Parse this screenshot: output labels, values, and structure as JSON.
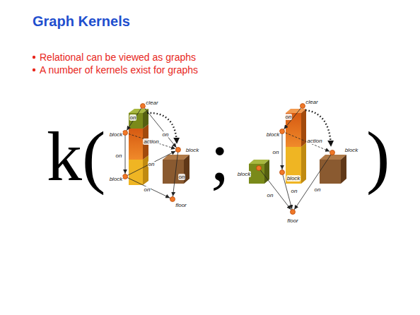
{
  "diagram": {
    "title": "Graph Kernels",
    "labels": [
      "Relational can be viewed as graphs",
      "A number of kernels exist for graphs",
      "k(",
      ";",
      ")",
      "clear",
      "on",
      "on",
      "block",
      "on",
      "action",
      "block",
      "on",
      "block",
      "on",
      "on",
      "floor",
      "clear",
      "on",
      "block",
      "on",
      "action",
      "block",
      "block",
      "block",
      "on",
      "on",
      "on",
      "floor"
    ]
  }
}
